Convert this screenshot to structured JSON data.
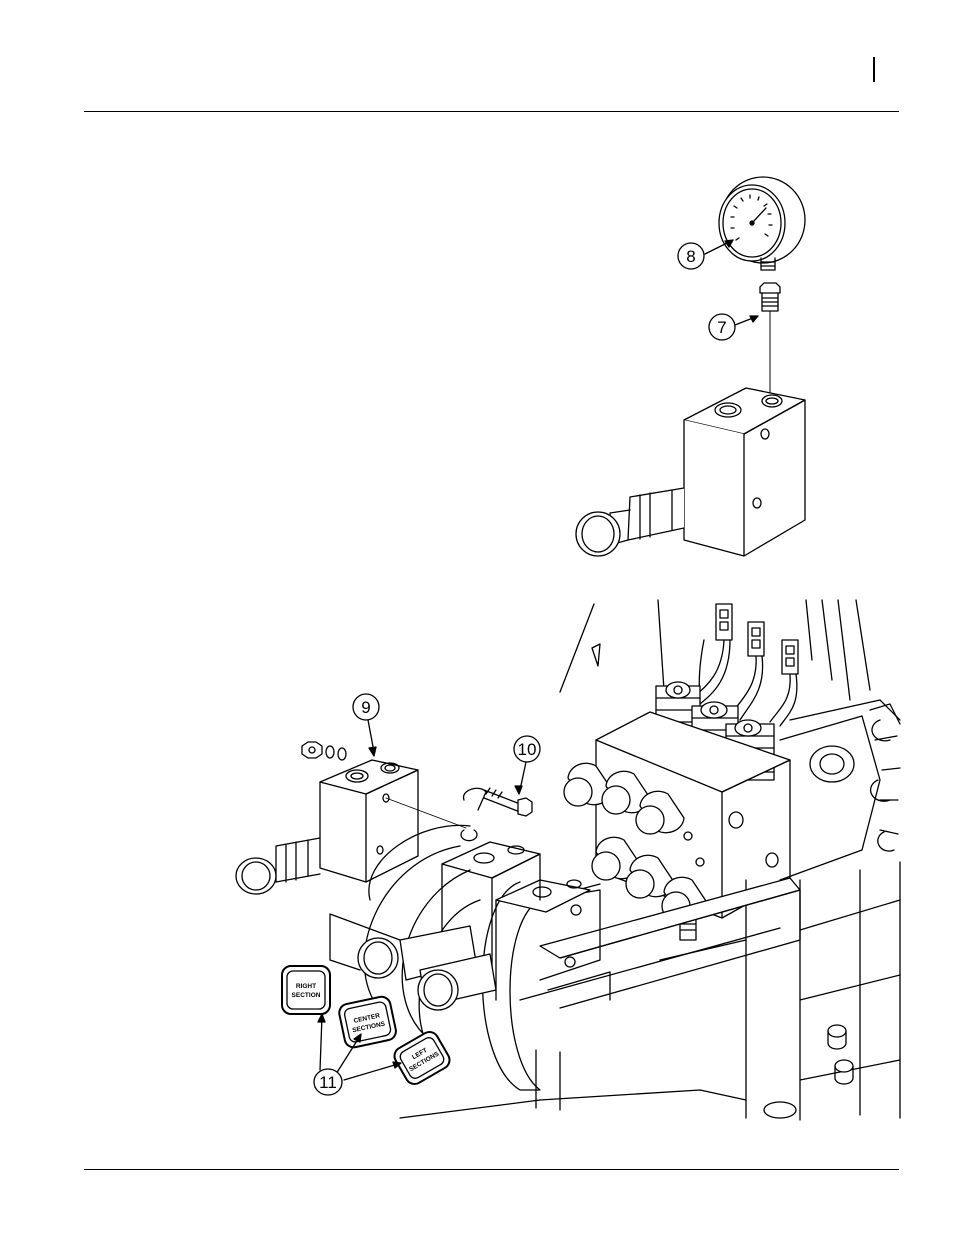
{
  "callouts": {
    "c7": "7",
    "c8": "8",
    "c9": "9",
    "c10": "10",
    "c11": "11"
  },
  "decals": {
    "right": {
      "line1": "RIGHT",
      "line2": "SECTION"
    },
    "center": {
      "line1": "CENTER",
      "line2": "SECTIONS"
    },
    "left": {
      "line1": "LEFT",
      "line2": "SECTIONS"
    }
  },
  "colors": {
    "ink": "#000000",
    "paper": "#ffffff"
  }
}
